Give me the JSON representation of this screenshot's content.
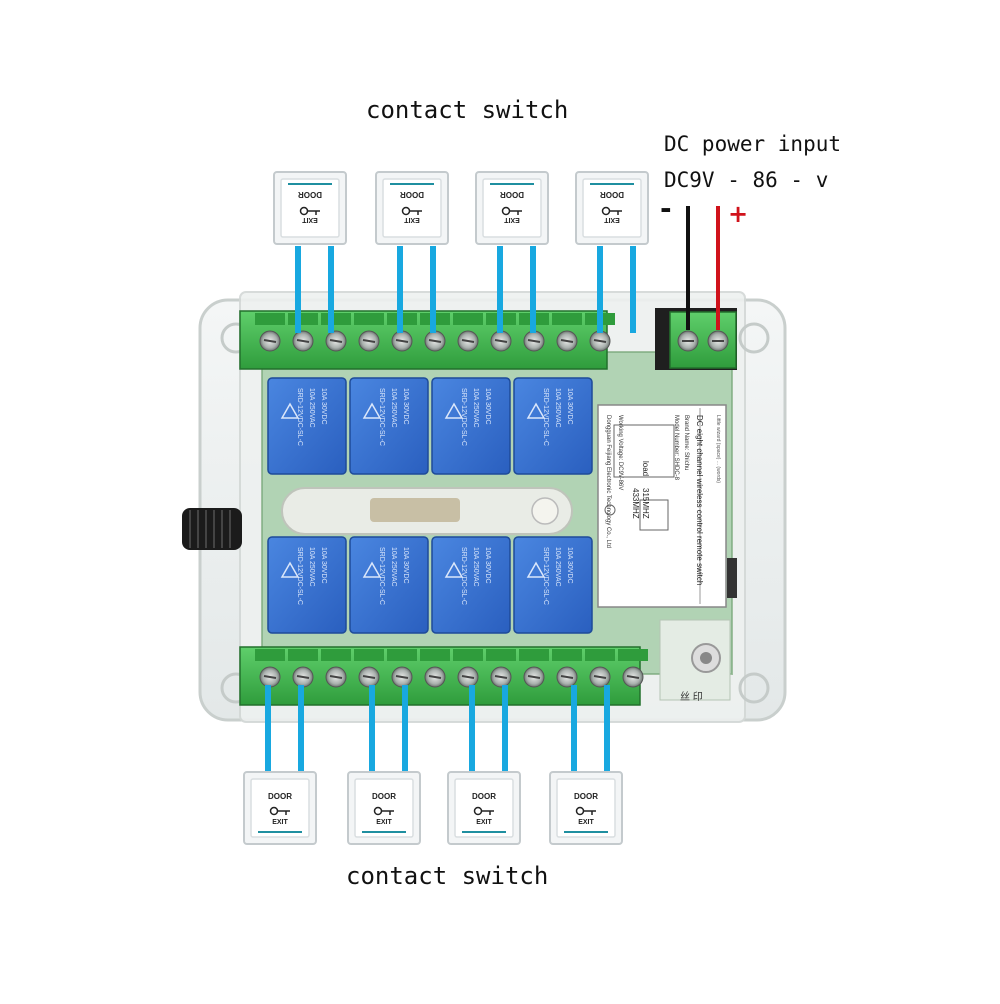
{
  "labels": {
    "top_caption": "contact switch",
    "bottom_caption": "contact switch",
    "power_title": "DC power input",
    "power_voltage": "DC9V - 86 - v",
    "minus": "-",
    "plus": "+"
  },
  "switch": {
    "line1": "DOOR",
    "line2": "EXIT"
  },
  "top_switch_count": 4,
  "bottom_switch_count": 4,
  "relay_count": 8,
  "terminal_top_count": 11,
  "terminal_bottom_count": 12,
  "label_card": {
    "title": "DC eight channel wireless control remote switch",
    "line_brand": "Brand Name: Shichu",
    "line_model": "Model Number: SHDC-8",
    "line_freq1": "315MHZ",
    "line_freq2": "433MHZ",
    "line_load": "load",
    "line_voltage": "Working Voltage: DC9V-86V",
    "line_maker1": "Dongguan Feijiang Electronic Technology Co., Ltd",
    "line_small": "Little wizard (space) ... (words)"
  },
  "relay_text": {
    "model": "SRD-12VDC-SL-C",
    "line2": "10A 250VAC",
    "line3": "10A 30VDC"
  },
  "colors": {
    "wire": "#18a8e0",
    "terminal_green": "#39b54a",
    "relay_blue": "#2e6fd0",
    "pcb_green": "#2f8c3d",
    "power_red": "#d0121b",
    "power_black": "#111111"
  }
}
